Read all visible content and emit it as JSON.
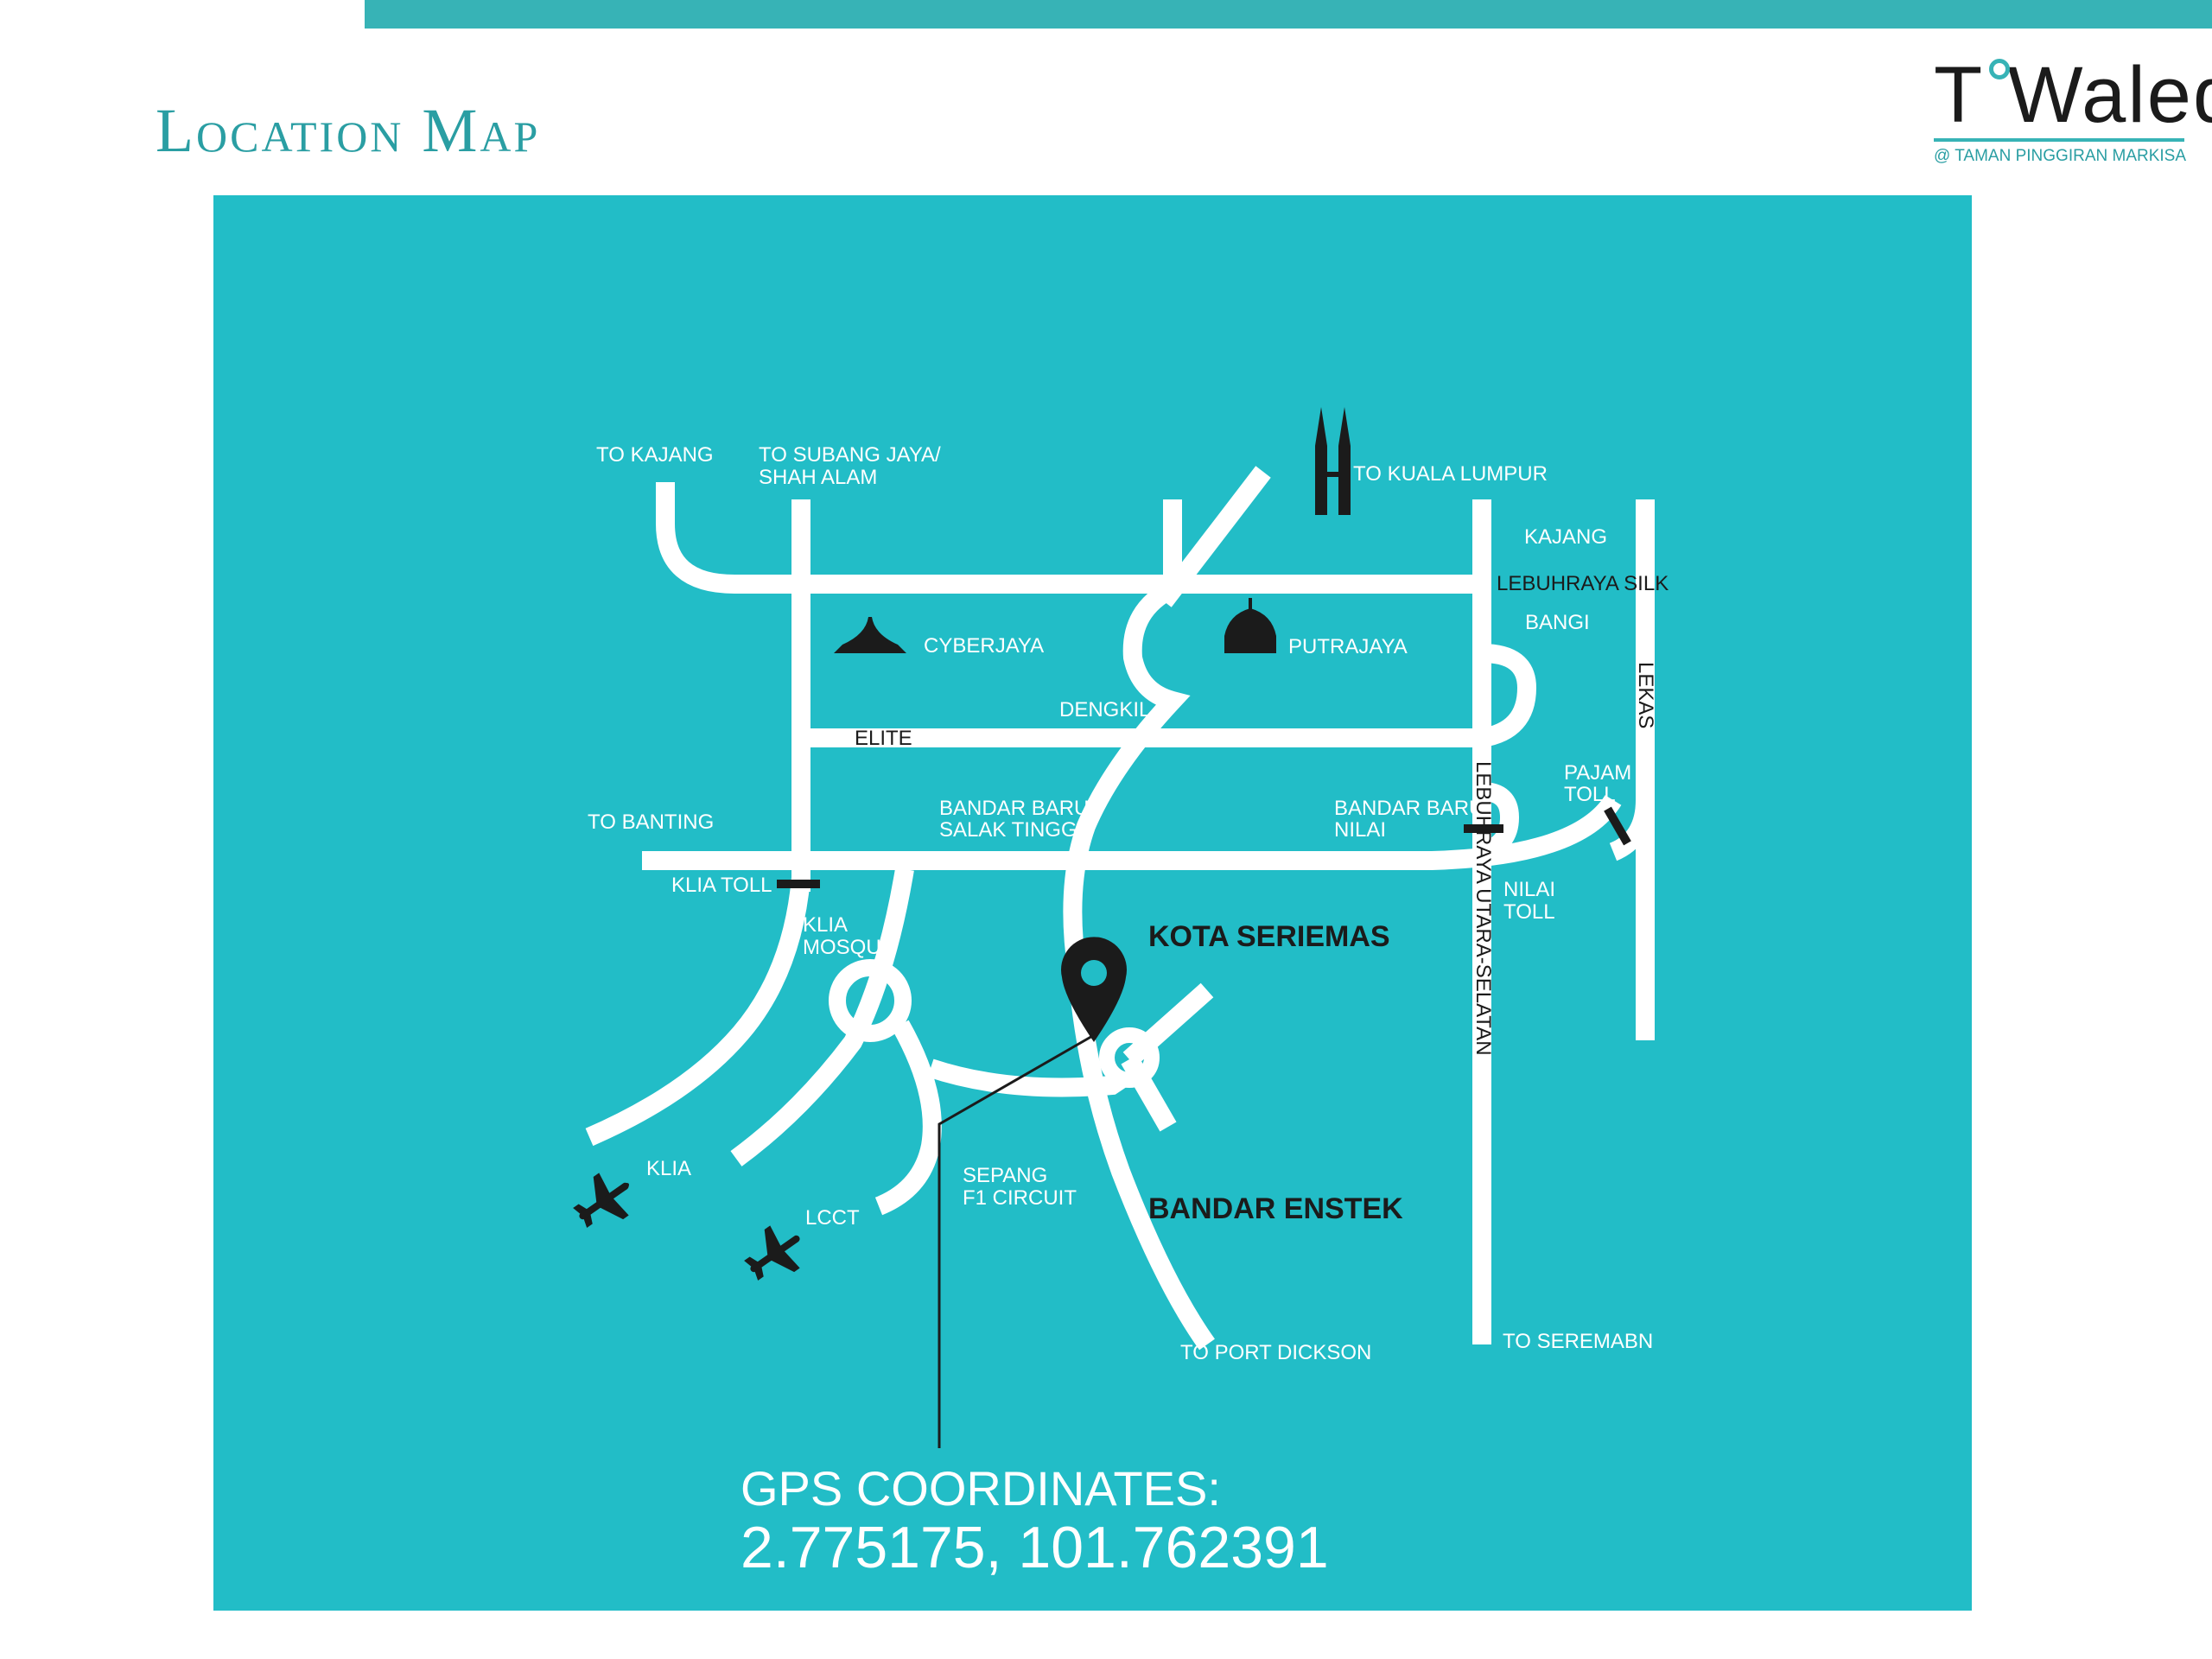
{
  "page_title": "Location Map",
  "logo": {
    "name": "T°Waled",
    "tagline": "@ TAMAN PINGGIRAN MARKISA"
  },
  "map": {
    "labels": {
      "to_kajang": "TO KAJANG",
      "to_subang_1": "TO SUBANG JAYA/",
      "to_subang_2": "SHAH ALAM",
      "to_kl": "TO KUALA LUMPUR",
      "kajang": "KAJANG",
      "lebuhraya_silk": "LEBUHRAYA SILK",
      "bangi": "BANGI",
      "lekas": "LEKAS",
      "cyberjaya": "CYBERJAYA",
      "putrajaya": "PUTRAJAYA",
      "dengkil": "DENGKIL",
      "elite": "ELITE",
      "to_banting": "TO BANTING",
      "bbst_1": "BANDAR BARU",
      "bbst_2": "SALAK TINGGI",
      "bbn_1": "BANDAR BARU",
      "bbn_2": "NILAI",
      "pajam_1": "PAJAM",
      "pajam_2": "TOLL",
      "klia_toll": "KLIA TOLL",
      "klia_mosque_1": "KLIA",
      "klia_mosque_2": "MOSQUE",
      "lebuhraya_us": "LEBUHRAYA UTARA-SELATAN",
      "nilai_toll_1": "NILAI",
      "nilai_toll_2": "TOLL",
      "kota_seriemas": "KOTA SERIEMAS",
      "klia": "KLIA",
      "lcct": "LCCT",
      "sepang_1": "SEPANG",
      "sepang_2": "F1 CIRCUIT",
      "bandar_enstek": "BANDAR ENSTEK",
      "to_port_dickson": "TO PORT DICKSON",
      "to_seremban": "TO SEREMABN"
    },
    "gps_title": "GPS COORDINATES:",
    "gps_value": "2.775175, 101.762391"
  },
  "colors": {
    "teal_panel": "#22bdc7",
    "teal_accent": "#37b3b6",
    "road": "#ffffff",
    "ink": "#1b1b1b"
  }
}
